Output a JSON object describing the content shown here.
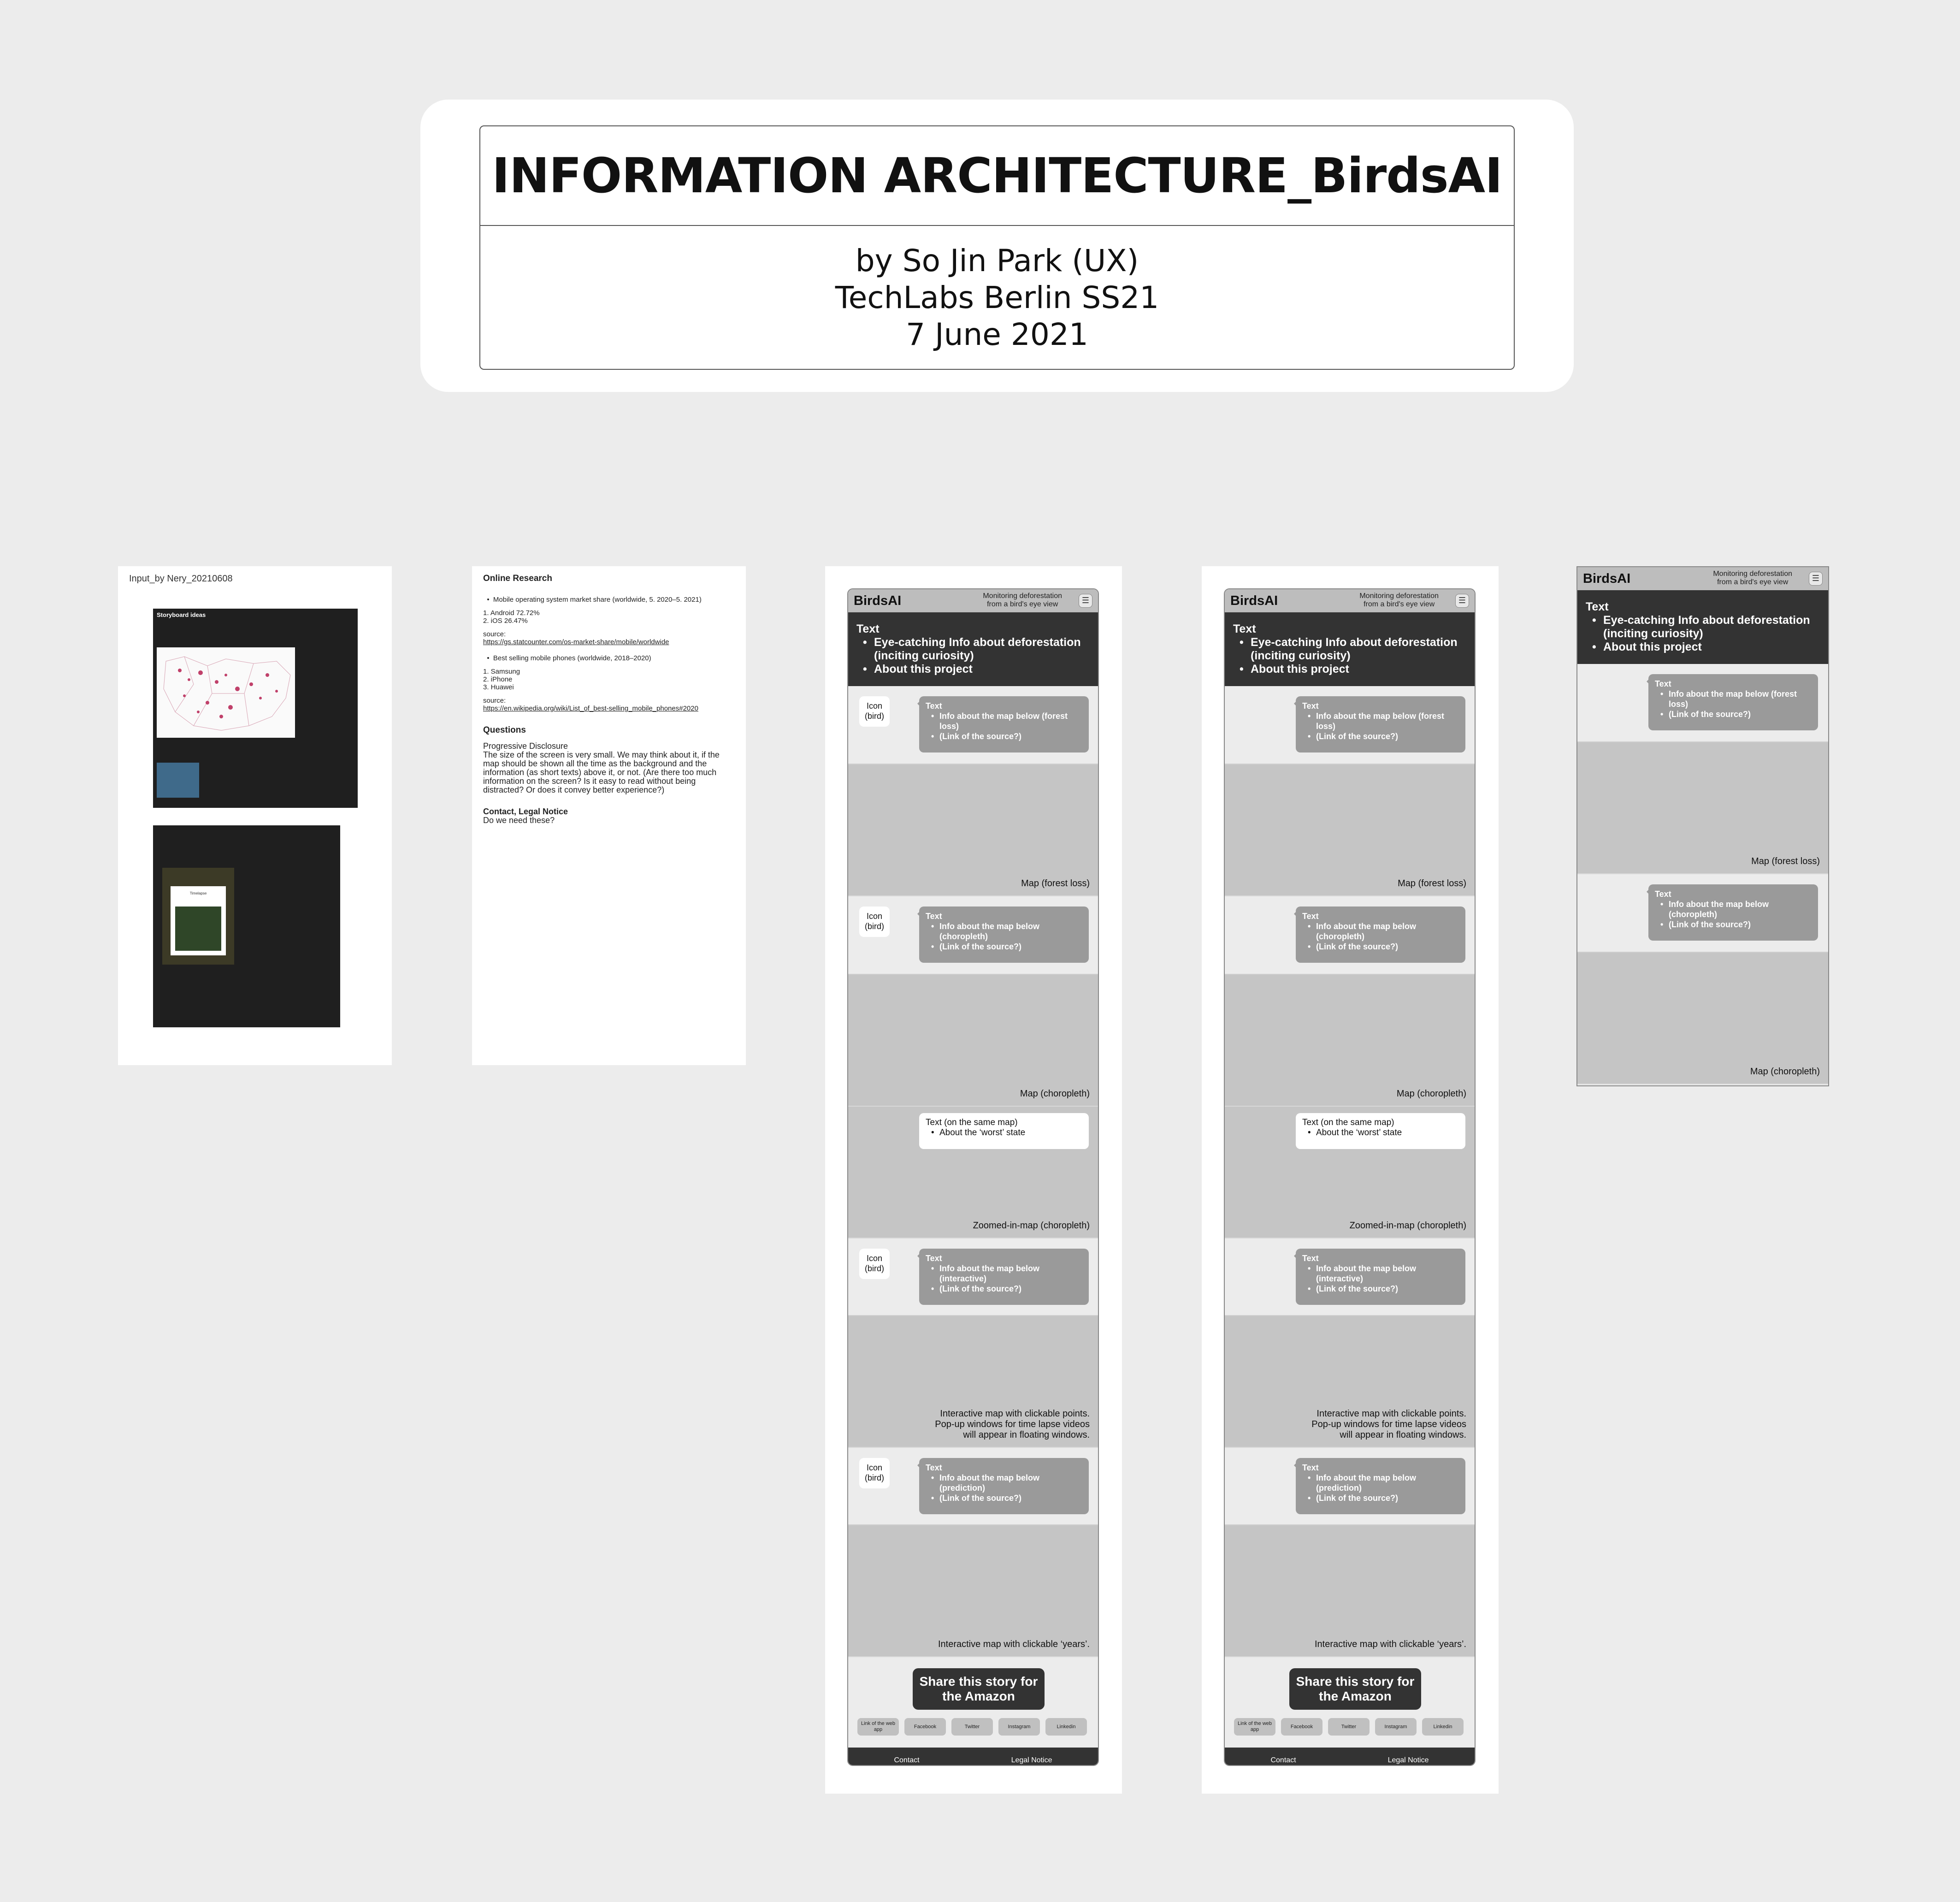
{
  "title": {
    "main": "INFORMATION ARCHITECTURE_BirdsAI",
    "author": "by So Jin Park (UX)",
    "org": "TechLabs Berlin SS21",
    "date": "7 June 2021"
  },
  "input_panel": {
    "title": "Input_by Nery_20210608",
    "storyboard_title": "Storyboard ideas",
    "popup_title": "Timelapse"
  },
  "research": {
    "heading": "Online Research",
    "os_intro": "Mobile operating system market share (worldwide, 5. 2020–5. 2021)",
    "os_list": [
      "1. Android 72.72%",
      "2. iOS 26.47%"
    ],
    "os_source_label": "source:",
    "os_source": "https://gs.statcounter.com/os-market-share/mobile/worldwide",
    "phones_intro": "Best selling mobile phones (worldwide, 2018–2020)",
    "phones_list": [
      "1. Samsung",
      "2. iPhone",
      "3. Huawei"
    ],
    "phones_source_label": "source:",
    "phones_source": "https://en.wikipedia.org/wiki/List_of_best-selling_mobile_phones#2020",
    "questions_heading": "Questions",
    "pd_title": "Progressive Disclosure",
    "pd_body": "The size of the screen is very small. We may think about it, if the map should be shown all the time as the background and the information (as short texts) above it, or not. (Are there too much information on the screen? Is it easy to read without being distracted? Or does it convey better experience?)",
    "contact_title": "Contact, Legal Notice",
    "contact_body": "Do we need these?"
  },
  "phone": {
    "logo": "BirdsAI",
    "tagline_1": "Monitoring deforestation",
    "tagline_2": "from a bird's eye view",
    "menu_icon": "☰",
    "hero_title": "Text",
    "hero_items": [
      "Eye-catching Info about deforestation (inciting curiosity)",
      "About this project"
    ],
    "icon_label": "Icon (bird)",
    "bubble_title": "Text",
    "bubble_source": "(Link of the source?)",
    "sections": [
      {
        "info": "Info about the map below (forest loss)",
        "map": "Map (forest loss)"
      },
      {
        "info": "Info about the map below (choropleth)",
        "map": "Map (choropleth)"
      },
      {
        "info": "Info about the map below (interactive)",
        "map": "Interactive map with clickable points. Pop-up windows for time lapse videos will appear in floating windows."
      },
      {
        "info": "Info about the map below (prediction)",
        "map": "Interactive map with clickable ‘years’."
      }
    ],
    "worst_title": "Text (on the same map)",
    "worst_item": "About the ‘worst’ state",
    "zoom_map": "Zoomed-in-map (choropleth)",
    "share": "Share this story for the Amazon",
    "socials": [
      "Link of the web app",
      "Facebook",
      "Twitter",
      "Instagram",
      "Linkedin"
    ],
    "footer": [
      "Contact",
      "Legal Notice"
    ]
  }
}
